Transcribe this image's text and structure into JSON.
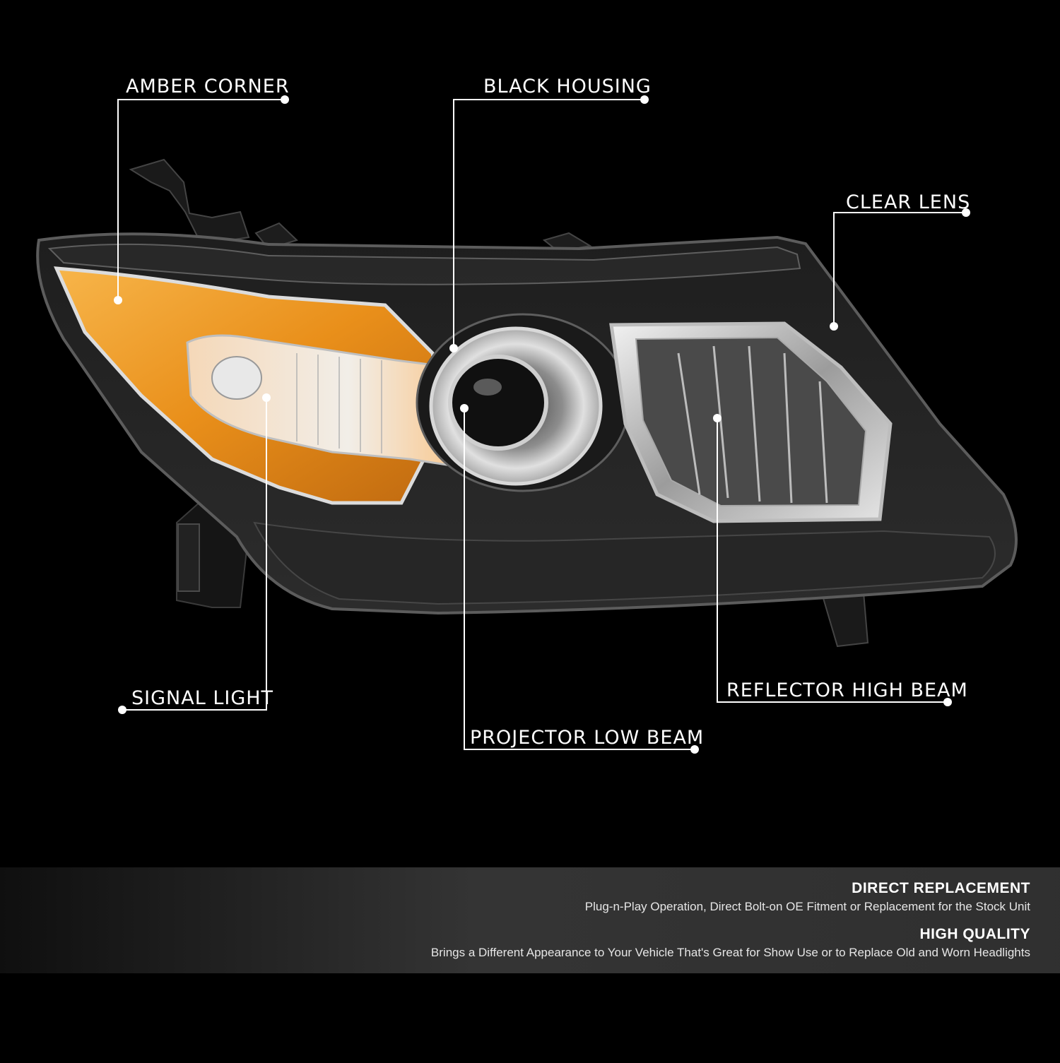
{
  "callouts": {
    "amber_corner": "AMBER CORNER",
    "black_housing": "BLACK HOUSING",
    "clear_lens": "CLEAR LENS",
    "signal_light": "SIGNAL LIGHT",
    "projector_low_beam": "PROJECTOR LOW BEAM",
    "reflector_high_beam": "REFLECTOR HIGH BEAM"
  },
  "features": [
    {
      "title": "DIRECT REPLACEMENT",
      "description": "Plug-n-Play Operation, Direct Bolt-on OE Fitment or Replacement for the Stock Unit"
    },
    {
      "title": "HIGH QUALITY",
      "description": "Brings a Different Appearance to Your Vehicle That's Great for Show Use or to Replace Old and Worn Headlights"
    }
  ],
  "colors": {
    "background": "#000000",
    "amber": "#f0a020",
    "callout_line": "#ffffff",
    "chrome": "#c8c8c8"
  }
}
